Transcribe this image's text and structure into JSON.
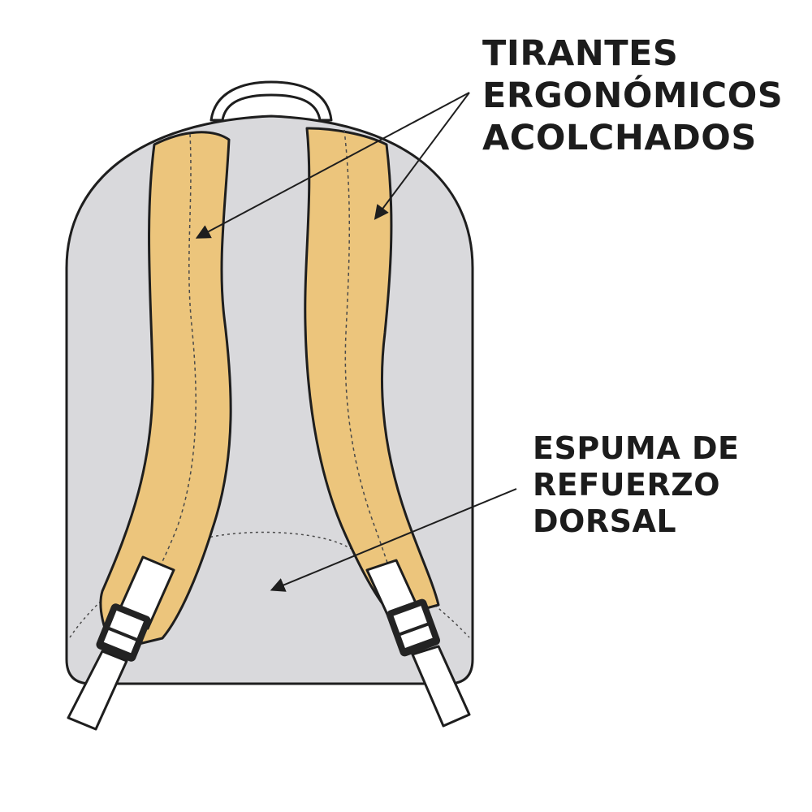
{
  "callouts": {
    "straps": {
      "lines": [
        "TIRANTES",
        "ERGONÓMICOS",
        "ACOLCHADOS"
      ]
    },
    "back_foam": {
      "lines": [
        "ESPUMA DE",
        "REFUERZO",
        "DORSAL"
      ]
    }
  },
  "colors": {
    "background": "#ffffff",
    "backpack_body": "#d9d9dc",
    "strap_padding": "#ecc57c",
    "webbing": "#ffffff",
    "outline": "#1e1e1e",
    "buckle": "#232323",
    "text": "#1c1c1c"
  }
}
